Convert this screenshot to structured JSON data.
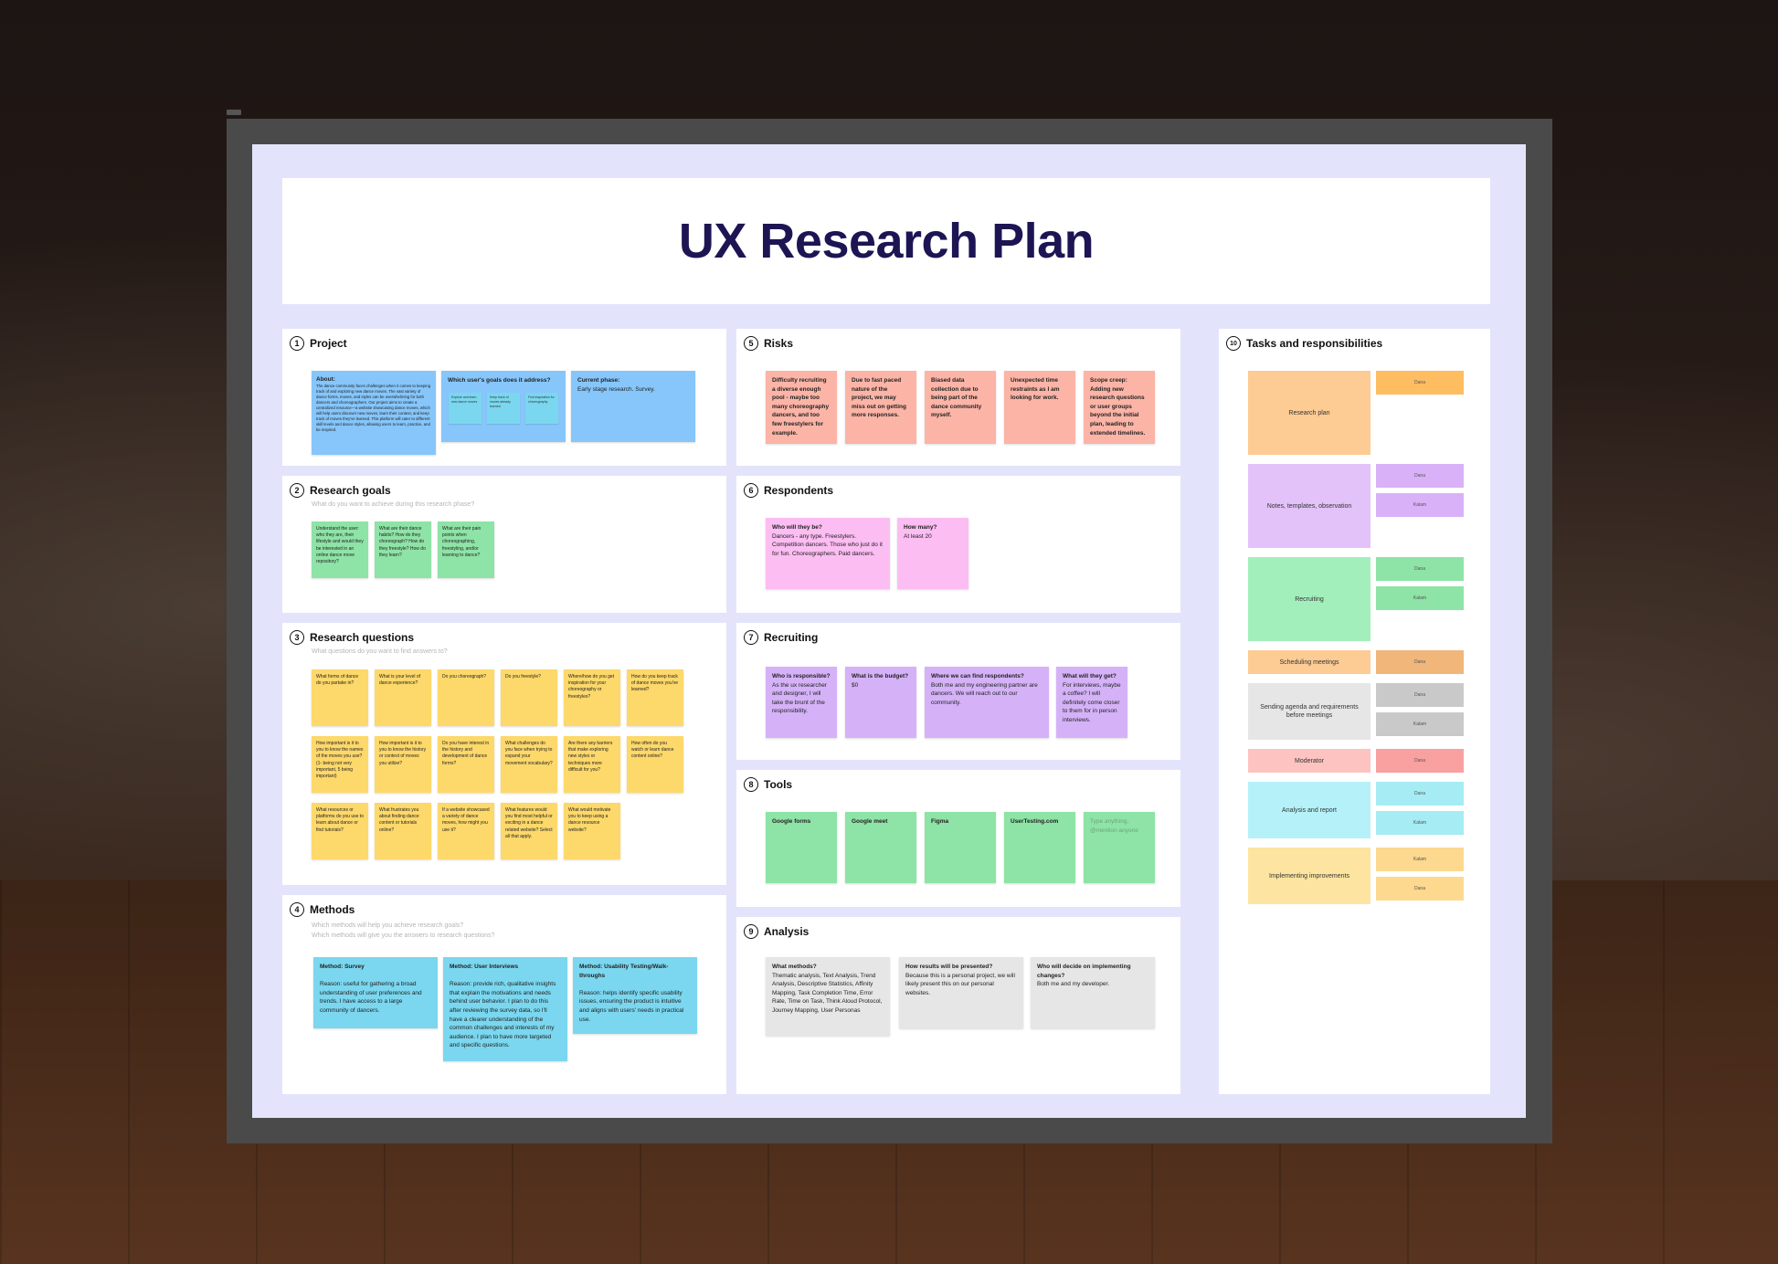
{
  "title": "UX Research Plan",
  "sections": {
    "project": {
      "num": "1",
      "title": "Project",
      "about_title": "About:",
      "about_body": "The dance community faces challenges when it comes to keeping track of and exploring new dance moves. The vast variety of dance forms, moves, and styles can be overwhelming for both dancers and choreographers. Our project aims to create a centralized resource—a website showcasing dance moves, which will help users discover new moves, learn their context, and keep track of moves they've learned. This platform will cater to different skill levels and dance styles, allowing users to learn, practice, and be inspired.",
      "goals_title": "Which user's goals does it address?",
      "goal_notes": [
        "Explore and learn new dance moves",
        "Keep track of moves already learned",
        "Find inspiration for choreography"
      ],
      "phase_title": "Current phase:",
      "phase_body": "Early stage research. Survey."
    },
    "research_goals": {
      "num": "2",
      "title": "Research goals",
      "subtitle": "What do you want to achieve during this research phase?",
      "notes": [
        "Understand the user: who they are, their lifestyle and would they be interested in an online dance move repository?",
        "What are their dance habits? How do they choreograph? How do they freestyle? How do they learn?",
        "What are their pain points when choreographing, freestyling, and/or learning to dance?"
      ]
    },
    "research_questions": {
      "num": "3",
      "title": "Research questions",
      "subtitle": "What questions do you want to find answers to?",
      "notes": [
        "What forms of dance do you partake in?",
        "What is your level of dance experience?",
        "Do you choreograph?",
        "Do you freestyle?",
        "Where/how do you get inspiration for your choreography or freestyles?",
        "How do you keep track of dance moves you've learned?",
        "How important is it to you to know the names of the moves you use? (1- being not very important, 5 being important)",
        "How important is it to you to know the history or context of moves you utilize?",
        "Do you have interest in the history and development of dance forms?",
        "What challenges do you face when trying to expand your movement vocabulary?",
        "Are there any barriers that make exploring new styles or techniques more difficult for you?",
        "How often do you watch or learn dance content online?",
        "What resources or platforms do you use to learn about dance or find tutorials?",
        "What frustrates you about finding dance content or tutorials online?",
        "If a website showcased a variety of dance moves, how might you use it?",
        "What features would you find most helpful or exciting in a dance related website? Select all that apply.",
        "What would motivate you to keep using a dance resource website?"
      ]
    },
    "methods": {
      "num": "4",
      "title": "Methods",
      "subtitle1": "Which methods will help you achieve research goals?",
      "subtitle2": "Which methods will give you the answers to research questions?",
      "notes": [
        {
          "title": "Method: Survey",
          "body": "Reason: useful for gathering a broad understanding of user preferences and trends. I have access to a large community of dancers."
        },
        {
          "title": "Method: User Interviews",
          "body": "Reason: provide rich, qualitative insights that explain the motivations and needs behind user behavior. I plan to do this after reviewing the survey data, so I'll have a clearer understanding of the common challenges and interests of my audience. I plan to have more targeted and specific questions."
        },
        {
          "title": "Method: Usability Testing/Walk-throughs",
          "body": "Reason: helps identify specific usability issues, ensuring the product is intuitive and aligns with users' needs in practical use."
        }
      ]
    },
    "risks": {
      "num": "5",
      "title": "Risks",
      "notes": [
        "Difficulty recruiting a diverse enough pool - maybe too many choreography dancers, and too few freestylers for example.",
        "Due to fast paced nature of the project, we may miss out on getting more responses.",
        "Biased data collection due to being part of the dance community myself.",
        "Unexpected time restraints as I am looking for work.",
        "Scope creep: Adding new research questions or user groups beyond the initial plan, leading to extended timelines."
      ]
    },
    "respondents": {
      "num": "6",
      "title": "Respondents",
      "notes": [
        {
          "title": "Who will they be?",
          "body": "Dancers - any type. Freestylers. Competition dancers. Those who just do it for fun. Choreographers. Paid dancers."
        },
        {
          "title": "How many?",
          "body": "At least 20"
        }
      ]
    },
    "recruiting": {
      "num": "7",
      "title": "Recruiting",
      "notes": [
        {
          "title": "Who is responsible?",
          "body": "As the ux researcher and designer, I will take the brunt of the responsibility."
        },
        {
          "title": "What is the budget?",
          "body": "$0"
        },
        {
          "title": "Where we can find respondents?",
          "body": "Both me and my engineering partner are dancers. We will reach out to our community."
        },
        {
          "title": "What will they get?",
          "body": "For interviews, maybe a coffee? I will definitely come closer to them for in person interviews."
        }
      ]
    },
    "tools": {
      "num": "8",
      "title": "Tools",
      "notes": [
        "Google forms",
        "Google meet",
        "Figma",
        "UserTesting.com"
      ],
      "placeholder": "Type anything, @mention anyone"
    },
    "analysis": {
      "num": "9",
      "title": "Analysis",
      "notes": [
        {
          "title": "What methods?",
          "body": "Thematic analysis, Text Analysis, Trend Analysis, Descriptive Statistics, Affinity Mapping, Task Completion Time, Error Rate, Time on Task, Think Aloud Protocol, Journey Mapping, User Personas"
        },
        {
          "title": "How results will be presented?",
          "body": "Because this is a personal project, we will likely present this on our personal websites."
        },
        {
          "title": "Who will decide on implementing changes?",
          "body": "Both me and my developer."
        }
      ]
    },
    "tasks": {
      "num": "10",
      "title": "Tasks and responsibilities",
      "rows": [
        {
          "label": "Research plan",
          "people": [
            "Dana"
          ]
        },
        {
          "label": "Notes, templates, observation",
          "people": [
            "Dana",
            "Kalam"
          ]
        },
        {
          "label": "Recruiting",
          "people": [
            "Dana",
            "Kalam"
          ]
        },
        {
          "label": "Scheduling meetings",
          "people": [
            "Dana"
          ]
        },
        {
          "label": "Sending agenda and requirements before meetings",
          "people": [
            "Dana",
            "Kalam"
          ]
        },
        {
          "label": "Moderator",
          "people": [
            "Dana"
          ]
        },
        {
          "label": "Analysis and report",
          "people": [
            "Dana",
            "Kalam"
          ]
        },
        {
          "label": "Implementing improvements",
          "people": [
            "Kalam",
            "Dana"
          ]
        }
      ]
    }
  },
  "colors": {
    "blue": "#86c6fb",
    "cyan": "#7ad7ef",
    "green": "#8ee3a6",
    "yellow": "#fdd86a",
    "salmon": "#fcb4a7",
    "pink": "#fbbdf2",
    "purple": "#d5b2f8",
    "gray": "#e6e6e6"
  }
}
